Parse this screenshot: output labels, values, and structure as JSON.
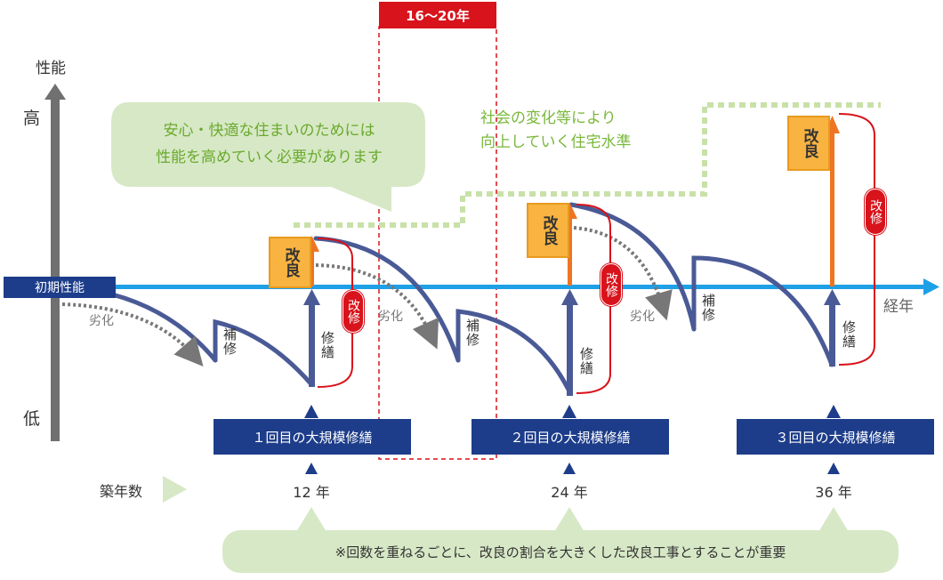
{
  "range_label": "16〜20年",
  "axis": {
    "y_title": "性能",
    "high": "高",
    "low": "低",
    "x_title": "経年",
    "initial": "初期性能"
  },
  "bubble": {
    "line1": "安心・快適な住まいのためには",
    "line2": "性能を高めていく必要があります"
  },
  "society": {
    "line1": "社会の変化等により",
    "line2": "向上していく住宅水準"
  },
  "labels": {
    "degrade": "劣化",
    "hoshu": "補修",
    "shuzen": "修繕",
    "kairyo": "改良",
    "kaishu": "改修"
  },
  "major_repairs": [
    {
      "label": "１回目の大規模修繕",
      "year": "12 年"
    },
    {
      "label": "２回目の大規模修繕",
      "year": "24 年"
    },
    {
      "label": "３回目の大規模修繕",
      "year": "36 年"
    }
  ],
  "age_label": "築年数",
  "note": "※回数を重ねるごとに、改良の割合を大きくした改良工事とすることが重要",
  "colors": {
    "axis_blue": "#1ea0e6",
    "navy": "#1d3d8a",
    "curve": "#4a5a96",
    "red": "#d8131b",
    "orange": "#ee7522",
    "green_dot": "#c8e1a8",
    "bubble": "#d7e8c6"
  }
}
